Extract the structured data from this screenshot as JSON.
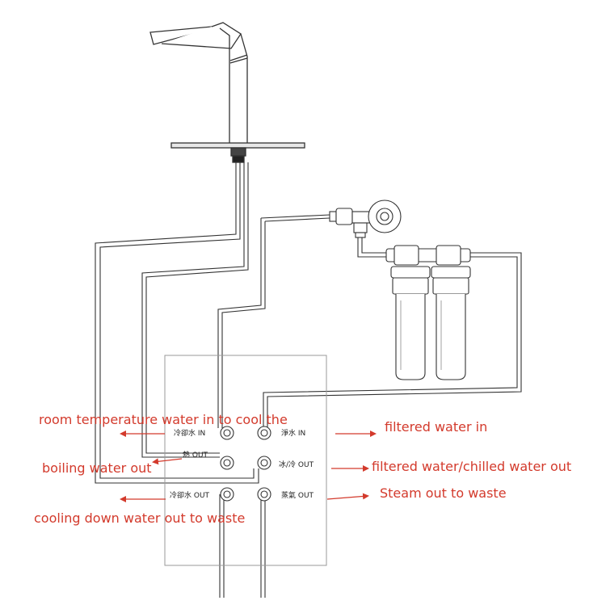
{
  "colors": {
    "annotation": "#d33a2c",
    "line": "#333333",
    "box": "#9a9a9a"
  },
  "ports": {
    "cool_in": "冷卻水 IN",
    "filtered_in": "淨水 IN",
    "hot_out": "熱 OUT",
    "chill_out": "冰/冷 OUT",
    "cool_out": "冷卻水 OUT",
    "steam_out": "蒸氣 OUT"
  },
  "annotations": {
    "room_temp_in": "room temperature water in to cool the",
    "boiling_out": "boiling water out",
    "cooling_out": "cooling down water out to waste",
    "filtered_in": "filtered water in",
    "filtered_chilled_out": "filtered water/chilled water out",
    "steam_out": "Steam out to waste"
  }
}
